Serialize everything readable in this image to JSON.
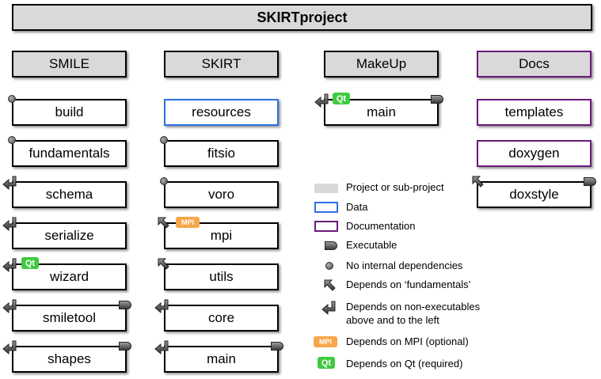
{
  "title": "SKIRTproject",
  "columns": [
    {
      "name": "SMILE",
      "modules": [
        "build",
        "fundamentals",
        "schema",
        "serialize",
        "wizard",
        "smiletool",
        "shapes"
      ]
    },
    {
      "name": "SKIRT",
      "modules": [
        "resources",
        "fitsio",
        "voro",
        "mpi",
        "utils",
        "core",
        "main"
      ]
    },
    {
      "name": "MakeUp",
      "modules": [
        "main"
      ]
    },
    {
      "name": "Docs",
      "modules": [
        "templates",
        "doxygen",
        "doxstyle"
      ]
    }
  ],
  "badges": {
    "qt": "Qt",
    "mpi": "MPI"
  },
  "legend": [
    {
      "text": "Project or sub-project"
    },
    {
      "text": "Data"
    },
    {
      "text": "Documentation"
    },
    {
      "text": "Executable"
    },
    {
      "text": "No internal dependencies"
    },
    {
      "text": "Depends on ‘fundamentals’"
    },
    {
      "text": "Depends on non-executables"
    },
    {
      "text": "above and to the left"
    },
    {
      "text": "Depends on MPI (optional)"
    },
    {
      "text": "Depends on Qt (required)"
    }
  ],
  "icon_legend": [
    "project-swatch",
    "data-swatch",
    "documentation-swatch",
    "executable-icon",
    "no-dependency-icon",
    "depends-fundamentals-icon",
    "depends-left-icon",
    "mpi-badge",
    "qt-badge"
  ]
}
